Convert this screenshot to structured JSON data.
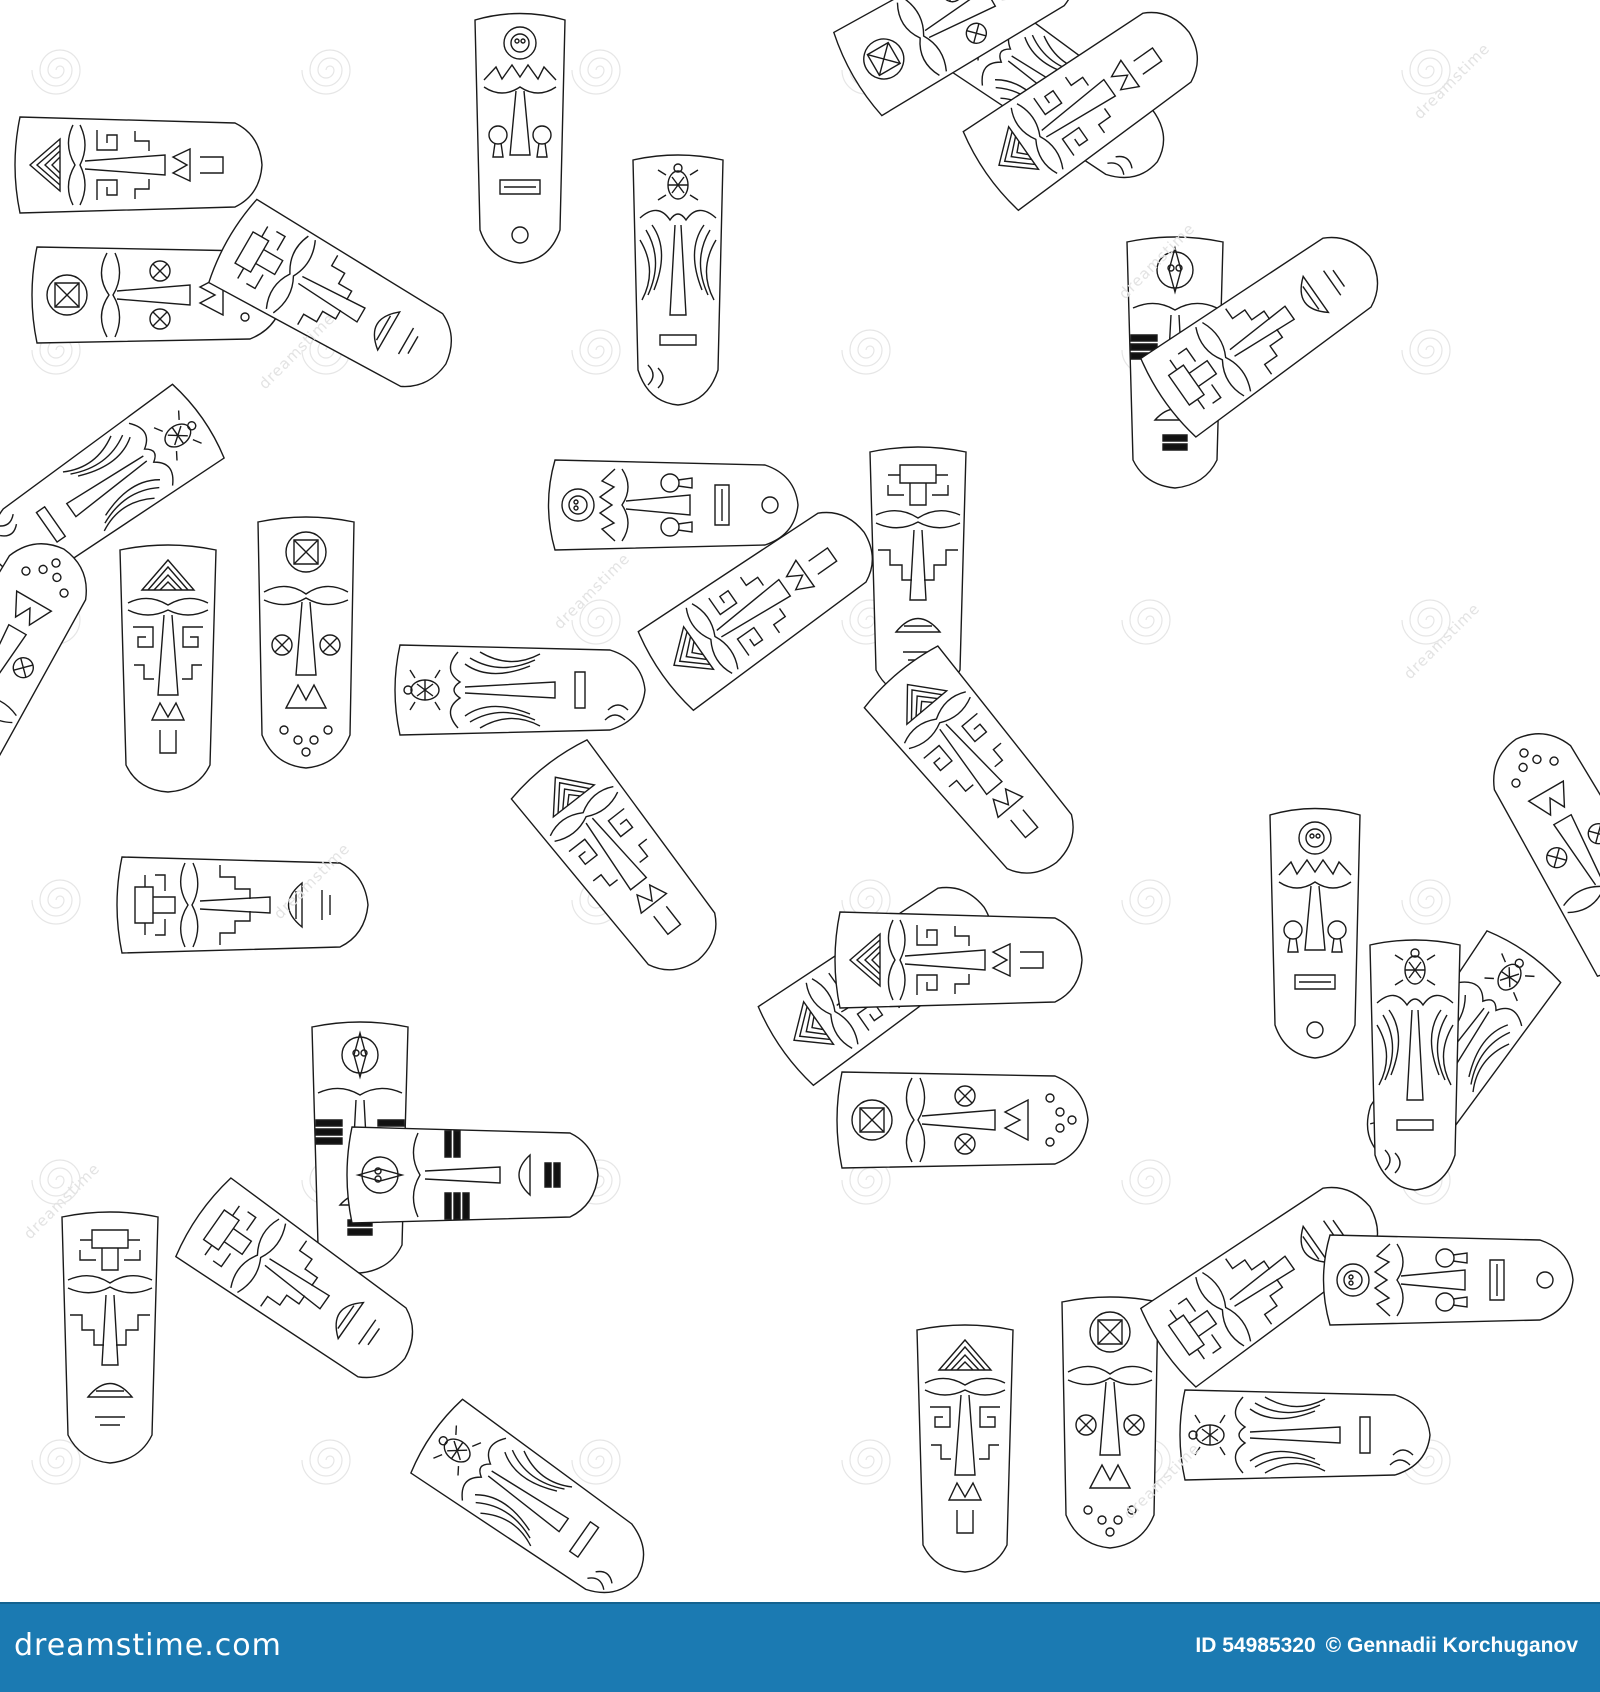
{
  "image": {
    "subject": "seamless pattern of tribal masks line art",
    "palette": {
      "background": "#ffffff",
      "lines": "#1a1a1a",
      "footer": "#1b7ab2",
      "footer_text": "#ffffff",
      "watermark": "#e3e3e3"
    }
  },
  "watermark": {
    "text": "dreamstime"
  },
  "footer": {
    "logo": "dreamstime.com",
    "id_label": "ID 54985320",
    "copyright": "© Gennadii Korchuganov"
  }
}
